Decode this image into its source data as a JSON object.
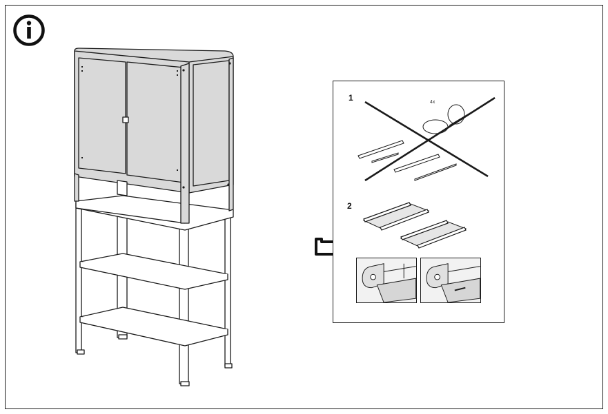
{
  "icons": {
    "info": "info-circle-icon",
    "arrow": "outlined-arrow-right-icon"
  },
  "steps": [
    {
      "number": "1",
      "crossed_out": true,
      "quantity_label": "4x"
    },
    {
      "number": "2",
      "crossed_out": false
    }
  ],
  "colors": {
    "line": "#1a1a1a",
    "cabinet_fill": "#d9d9d9",
    "shelf_fill": "#ffffff",
    "panel_fill": "#e6e6e6"
  }
}
